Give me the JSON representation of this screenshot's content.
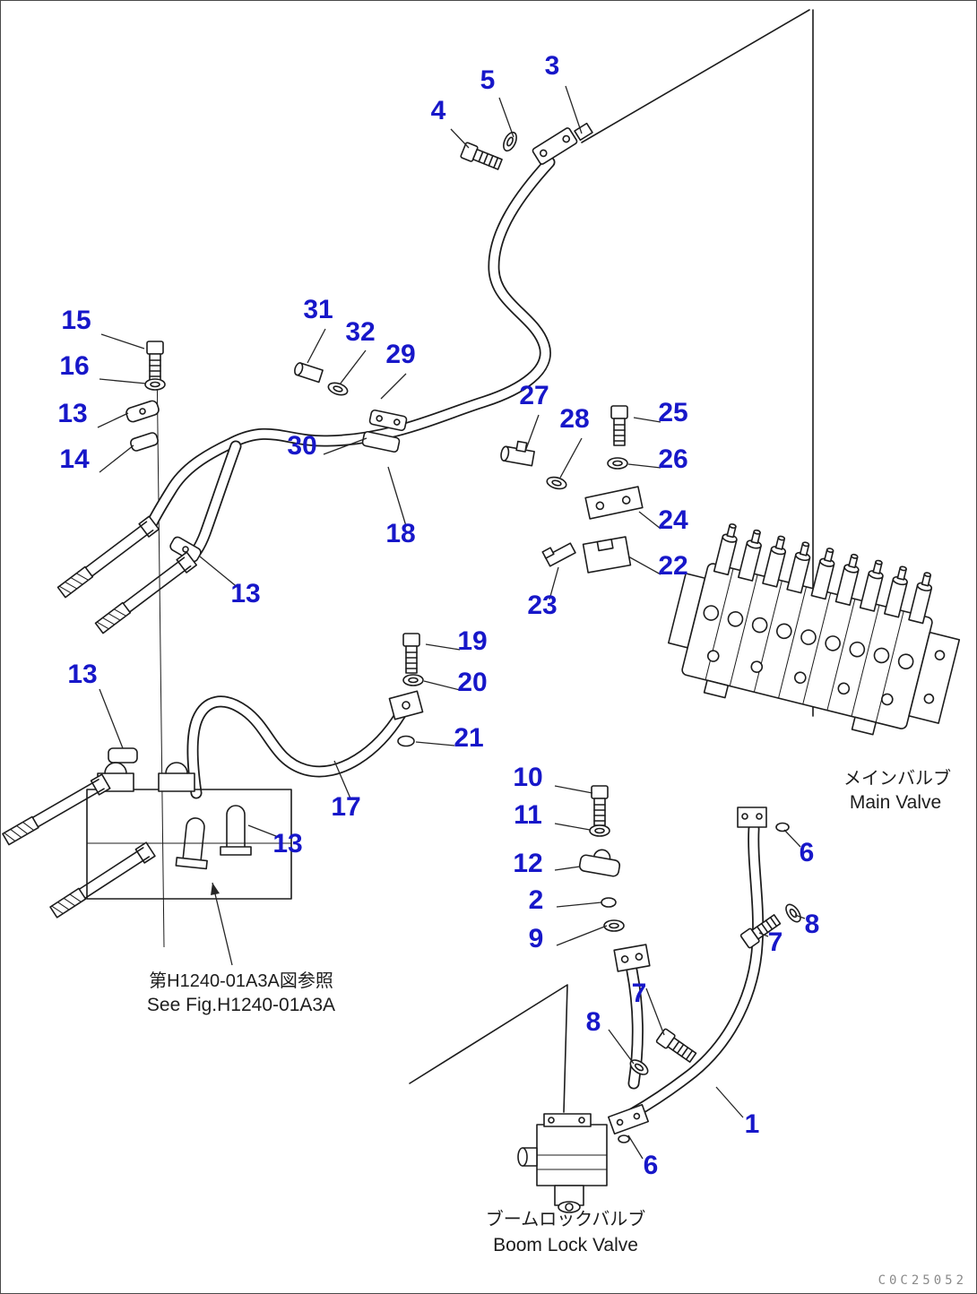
{
  "document": {
    "code": "C0C25052"
  },
  "colors": {
    "callout_blue": "#1717c9",
    "line": "#1c1c1c"
  },
  "callouts": [
    "3",
    "5",
    "4",
    "15",
    "16",
    "13",
    "14",
    "31",
    "32",
    "29",
    "30",
    "18",
    "27",
    "28",
    "25",
    "26",
    "24",
    "22",
    "23",
    "13",
    "19",
    "20",
    "21",
    "13",
    "17",
    "13",
    "10",
    "11",
    "12",
    "2",
    "9",
    "6",
    "8",
    "7",
    "7",
    "8",
    "1",
    "6"
  ],
  "annotations": {
    "see_fig": {
      "jp": "第H1240-01A3A図参照",
      "en": "See Fig.H1240-01A3A"
    },
    "main_valve": {
      "jp": "メインバルブ",
      "en": "Main Valve"
    },
    "boom_lock_valve": {
      "jp": "ブームロックバルブ",
      "en": "Boom Lock Valve"
    }
  }
}
